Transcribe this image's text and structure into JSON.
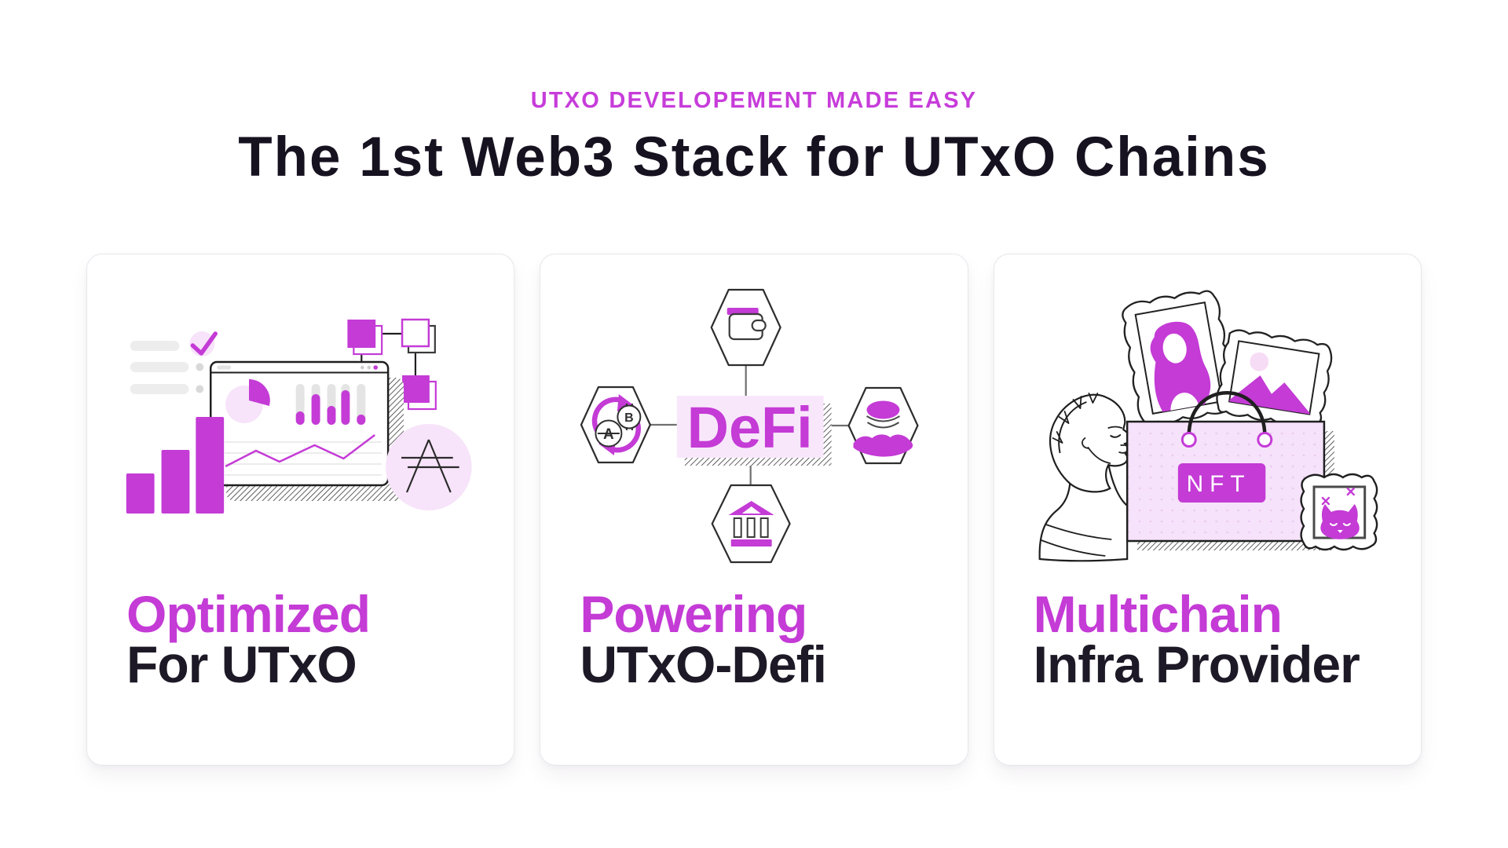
{
  "header": {
    "eyebrow": "UTXO DEVELOPEMENT MADE EASY",
    "title": "The 1st Web3 Stack for UTxO Chains"
  },
  "colors": {
    "accent": "#c43bd6",
    "accent_soft": "#f8e7fb",
    "bag_pink": "#f6e2fa",
    "text_dark": "#1d1926"
  },
  "cards": [
    {
      "illustration": "analytics-dashboard-with-cardano-symbol",
      "heading_accent": "Optimized",
      "heading_dark": "For UTxO"
    },
    {
      "illustration": "defi-hub-diagram",
      "label": "DeFi",
      "coin_a": "A",
      "coin_b": "B",
      "heading_accent": "Powering",
      "heading_dark": "UTxO-Defi"
    },
    {
      "illustration": "nft-shopping-bag-with-statue",
      "label": "NFT",
      "heading_accent": "Multichain",
      "heading_dark": "Infra Provider"
    }
  ]
}
